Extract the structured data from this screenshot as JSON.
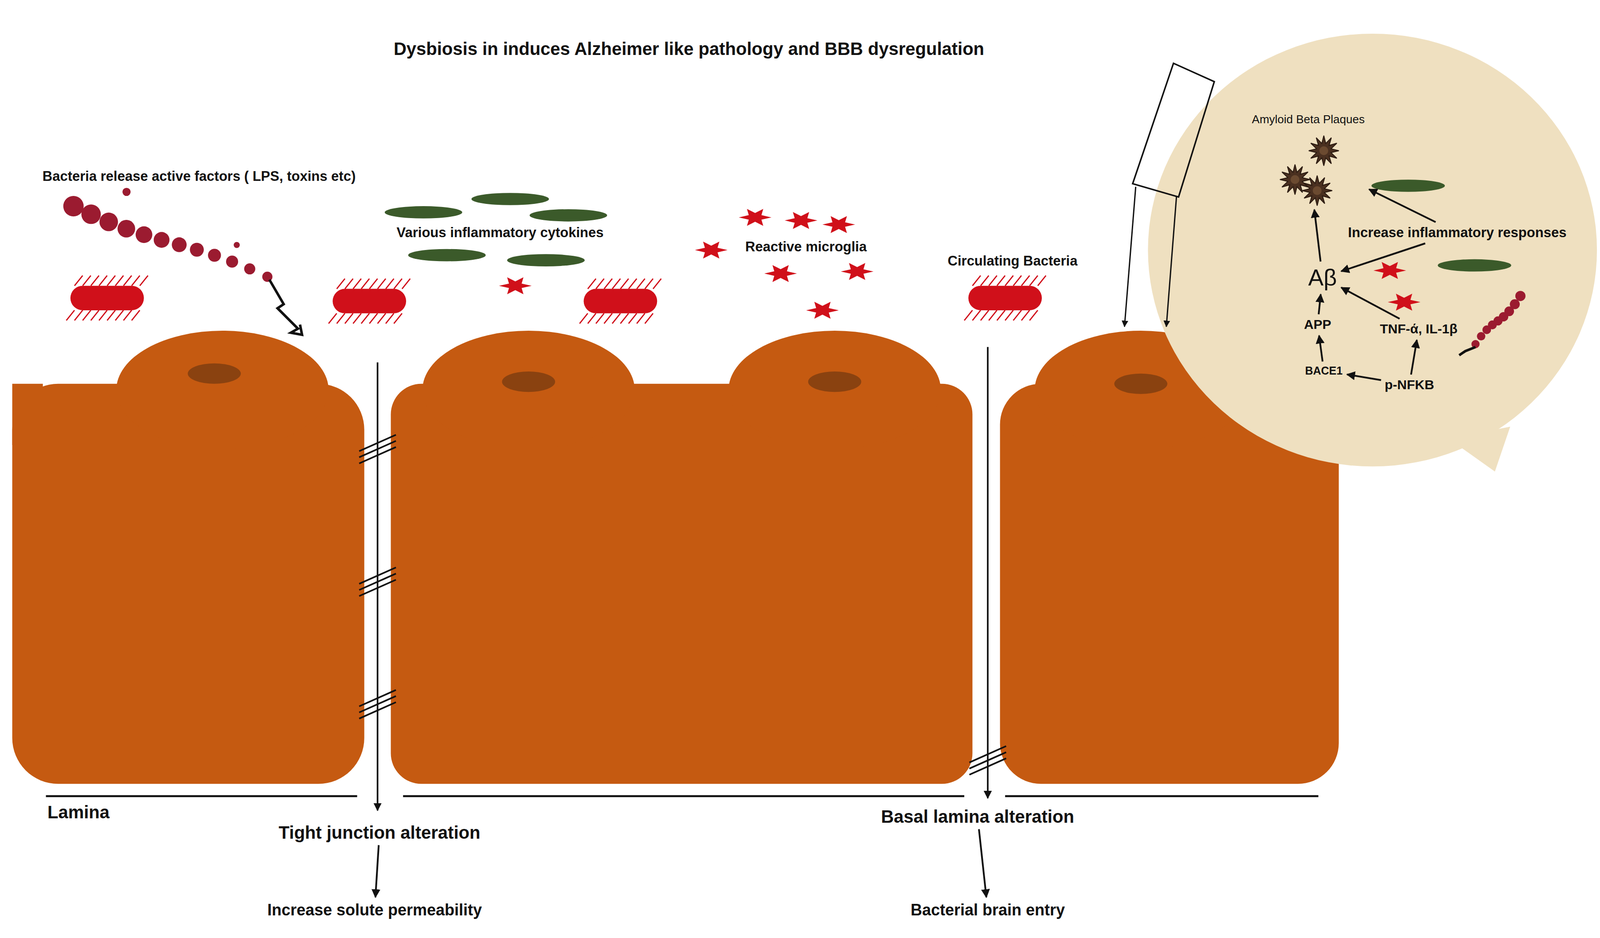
{
  "diagram": {
    "title": "Dysbiosis in induces Alzheimer like pathology and BBB dysregulation",
    "nodes": [
      {
        "text": [
          "Amyloid Beta Plaques"
        ]
      },
      {
        "text": [
          "Increase inflammatory responses"
        ]
      },
      {
        "text": [
          "Aβ"
        ]
      },
      {
        "text": [
          "APP"
        ]
      },
      {
        "text": [
          "TNF-ά, IL-1β"
        ]
      },
      {
        "text": [
          "BACE1"
        ]
      },
      {
        "text": [
          "p-NFKB"
        ]
      },
      {
        "text": [
          "Tight junction alteration"
        ]
      },
      {
        "text": [
          "Increase solute permeability"
        ]
      },
      {
        "text": [
          "Basal lamina alteration"
        ]
      },
      {
        "text": [
          "Bacterial brain entry"
        ]
      }
    ],
    "edges": [
      {
        "from": 2,
        "to": 0,
        "arrow": "to"
      },
      {
        "from": 1,
        "to": 0,
        "arrow": "to"
      },
      {
        "from": 1,
        "to": 2,
        "arrow": "to"
      },
      {
        "from": 4,
        "to": 2,
        "arrow": "to"
      },
      {
        "from": 3,
        "to": 2,
        "arrow": "to"
      },
      {
        "from": 5,
        "to": 3,
        "arrow": "to"
      },
      {
        "from": 6,
        "to": 4,
        "arrow": "to"
      },
      {
        "from": 6,
        "to": 5,
        "arrow": "to"
      },
      {
        "from": 7,
        "to": 8,
        "arrow": "to"
      },
      {
        "from": 9,
        "to": 10,
        "arrow": "to"
      }
    ],
    "labels": [
      "Bacteria release active factors ( LPS, toxins etc)",
      "Various inflammatory cytokines",
      "Reactive microglia",
      "Circulating Bacteria",
      "Lamina"
    ]
  }
}
